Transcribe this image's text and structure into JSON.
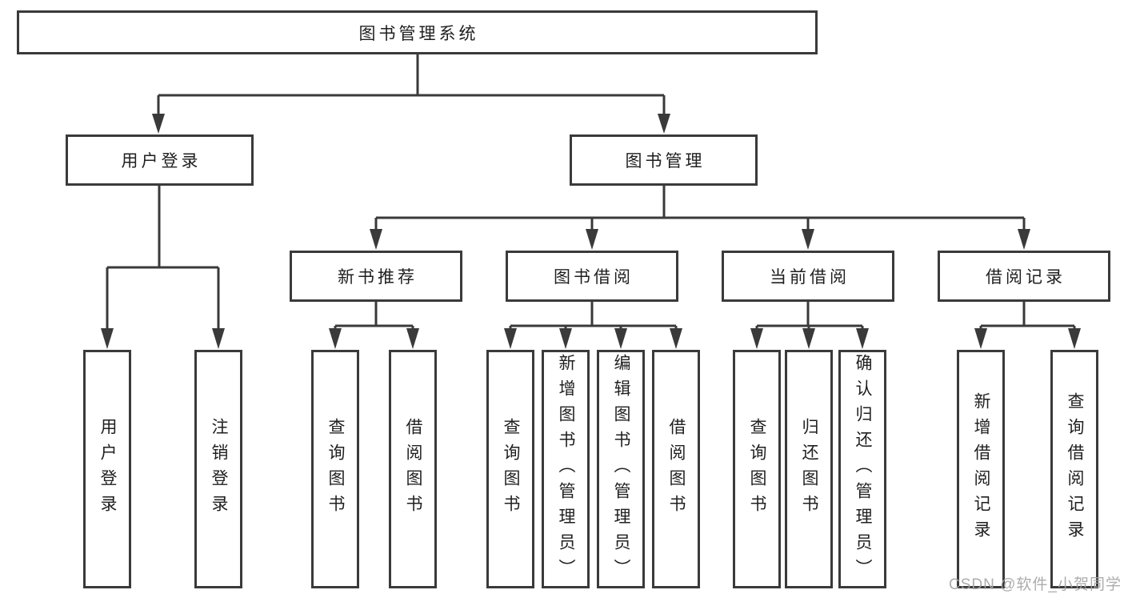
{
  "diagram": {
    "root": "图书管理系统",
    "branches": {
      "user_login": {
        "label": "用户登录",
        "children": [
          "用户登录",
          "注销登录"
        ]
      },
      "book_management": {
        "label": "图书管理",
        "children": [
          {
            "label": "新书推荐",
            "children": [
              "查询图书",
              "借阅图书"
            ]
          },
          {
            "label": "图书借阅",
            "children": [
              "查询图书",
              "新增图书（管理员）",
              "编辑图书（管理员）",
              "借阅图书"
            ]
          },
          {
            "label": "当前借阅",
            "children": [
              "查询图书",
              "归还图书",
              "确认归还（管理员）"
            ]
          },
          {
            "label": "借阅记录",
            "children": [
              "新增借阅记录",
              "查询借阅记录"
            ]
          }
        ]
      }
    }
  },
  "watermark": "CSDN @软件_小贺同学",
  "colors": {
    "line": "#3a3a3a",
    "text": "#1f1f1f",
    "box_background": "#ffffff",
    "watermark": "#a5a5a5",
    "background": "#ffffff"
  }
}
